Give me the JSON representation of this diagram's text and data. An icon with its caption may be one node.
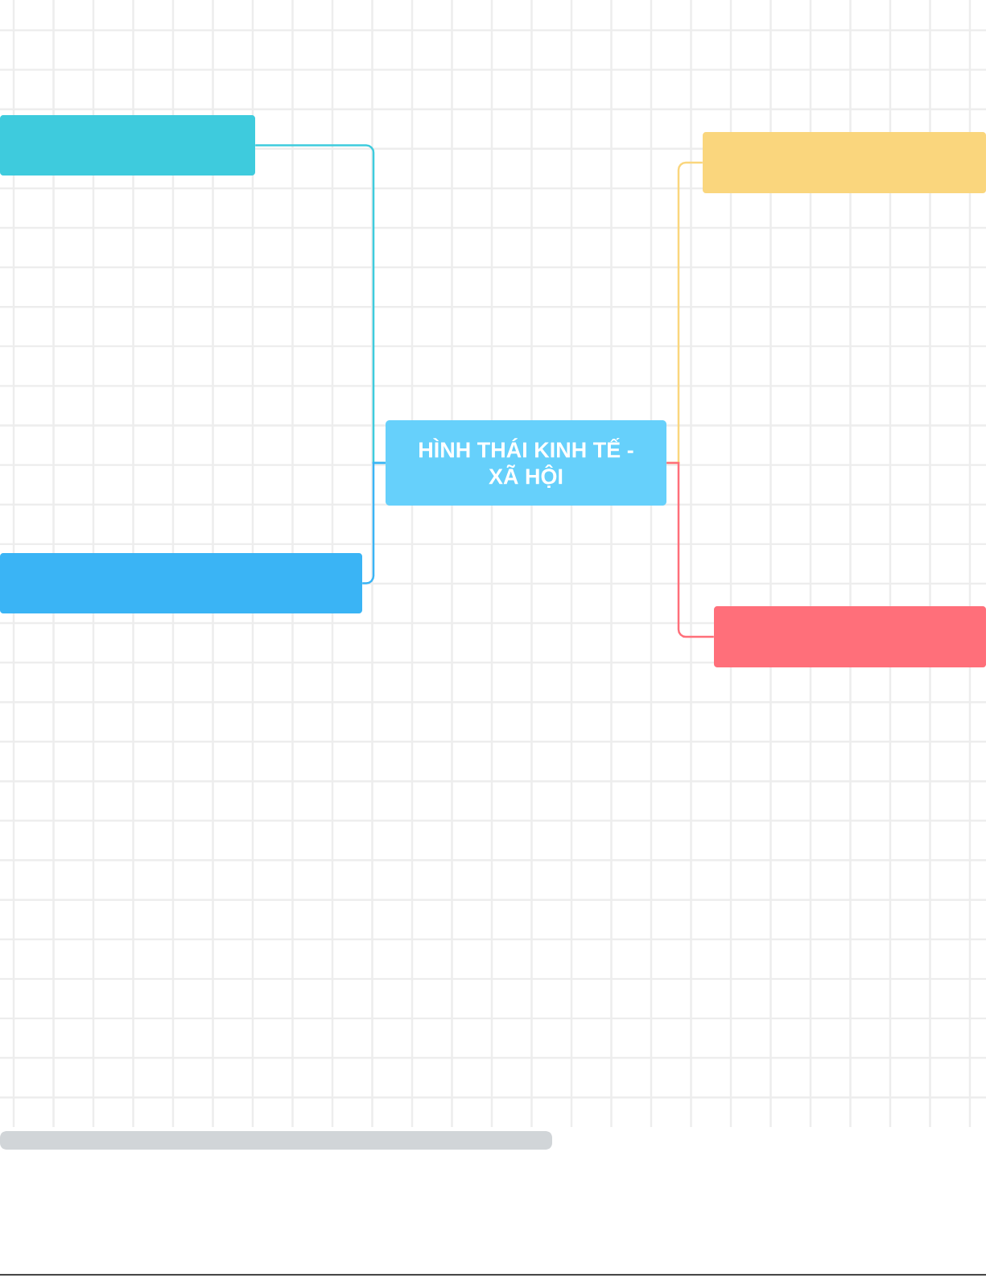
{
  "diagram": {
    "nodes": [
      {
        "text": [
          "HÌNH THÁI KINH TẾ - XÃ HỘI"
        ]
      },
      {
        "text": [],
        "shape": "box"
      },
      {
        "text": [],
        "shape": "box"
      },
      {
        "text": [],
        "shape": "box"
      },
      {
        "text": [],
        "shape": "box"
      }
    ],
    "edges": [
      {
        "from": 0,
        "to": 1,
        "arrow": "none",
        "color": "#3ecbdd"
      },
      {
        "from": 0,
        "to": 2,
        "arrow": "none",
        "color": "#3ab4f5"
      },
      {
        "from": 0,
        "to": 3,
        "arrow": "none",
        "color": "#fad67d"
      },
      {
        "from": 0,
        "to": 4,
        "arrow": "none",
        "color": "#ff6f7a"
      }
    ]
  }
}
